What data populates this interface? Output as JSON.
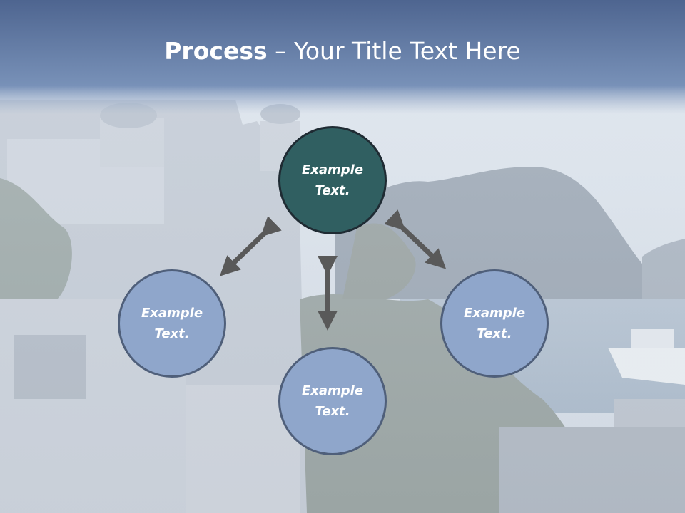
{
  "slide": {
    "title_bold": "Process",
    "title_rest": " – Your Title Text Here"
  },
  "nodes": {
    "top": {
      "line1": "Example",
      "line2": "Text."
    },
    "left": {
      "line1": "Example",
      "line2": "Text."
    },
    "right": {
      "line1": "Example",
      "line2": "Text."
    },
    "bottom": {
      "line1": "Example",
      "line2": "Text."
    }
  },
  "colors": {
    "accent_dark": "#305f61",
    "node_light": "#8fa6cb",
    "arrow": "#595959",
    "title_band": "#6a86b4"
  }
}
